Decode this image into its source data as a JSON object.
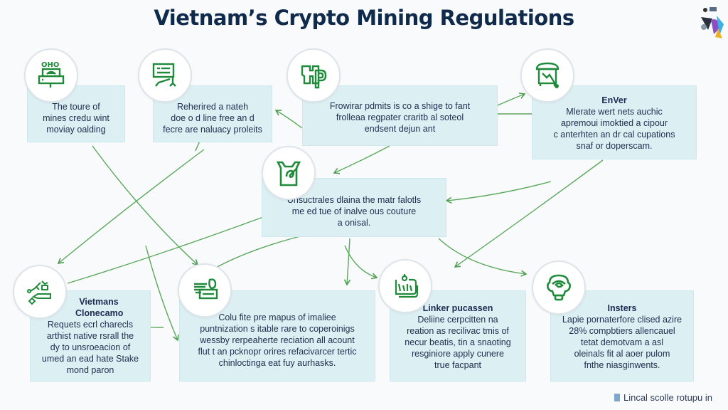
{
  "title": "Vietnam’s Crypto Mining Regulations",
  "accent_color": "#2e8b3e",
  "box_color": "#dcf0f3",
  "nodes": [
    {
      "id": "n1",
      "icon": "mining-rig-icon",
      "heading": "",
      "text": [
        "The toure of",
        "mines credu wint",
        "moviay oalding"
      ]
    },
    {
      "id": "n2",
      "icon": "presentation-board-icon",
      "heading": "",
      "text": [
        "Reherired a nateh",
        "doe o d line free an d",
        "fecre are naluacy proleits"
      ]
    },
    {
      "id": "n3",
      "icon": "permit-document-icon",
      "heading": "",
      "text": [
        "Frowirar pdmits is co a shige to fant",
        "frolleaa regpater craritb al soteol",
        "endsent dejun ant"
      ]
    },
    {
      "id": "n4",
      "icon": "energy-bin-icon",
      "heading": "EnVer",
      "text": [
        "Mlerate wert nets auchic",
        "apremoui imoktied a cipour",
        "c anterhten an dr cal cupations",
        "snaf or doperscam."
      ]
    },
    {
      "id": "n5",
      "icon": "checkbox-icon",
      "heading": "",
      "text": [
        "Unsuctrales dlaina the matr falotls",
        "me ed tue of inalve ous couture",
        "a onisal."
      ]
    },
    {
      "id": "n6",
      "icon": "network-hardware-icon",
      "heading": "Vietmans Clonecamo",
      "text": [
        "Requets ecrl charecls",
        "arthist native rsrall the",
        "dy to unsroeacion of",
        "umed an ead hate Stake",
        "mond paron"
      ]
    },
    {
      "id": "n7",
      "icon": "tax-ledger-icon",
      "heading": "",
      "text": [
        "Colu fite pre mapus of imaliee",
        "puntnization s itable rare to coperoinigs",
        "wessby rerpeaherte reciation all acount",
        "flut t an pcknopr orires refacivarcer tertic",
        "chinloctinga eat fuy aurhasks."
      ]
    },
    {
      "id": "n8",
      "icon": "license-cards-icon",
      "heading": "Linker pucassen",
      "text": [
        "Deliine cerpcitten na",
        "reation as recilivac tmis of",
        "necur beatis, tin a snaoting",
        "resginiore apply cunere",
        "true facpant"
      ]
    },
    {
      "id": "n9",
      "icon": "inspector-face-icon",
      "heading": "Insters",
      "text": [
        "Lapie pornaterfore clised azire",
        "28% compbtiers allencauel",
        "tetat demotvam a asl",
        "oleinals fit al aoer pulom",
        "fnthe niasginwents."
      ]
    }
  ],
  "footer_note": "Lincal scolle rotupu in"
}
